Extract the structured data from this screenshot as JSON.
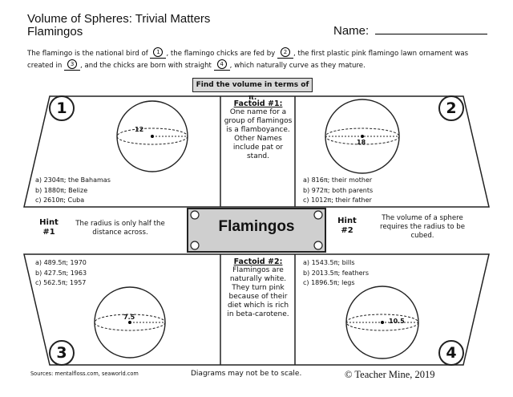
{
  "header": {
    "title_line1": "Volume of Spheres: Trivial Matters",
    "title_line2": "Flamingos",
    "name_label": "Name: "
  },
  "intro": {
    "s1": "The flamingo is the national bird of",
    "s2": ", the flamingo chicks are fed by",
    "s3": ", the first plastic pink flamingo lawn",
    "s4": "ornament was created in",
    "s5": ", and the chicks are born with straight",
    "s6": ", which naturally curve as they mature.",
    "blank_numbers": [
      "1",
      "2",
      "3",
      "4"
    ]
  },
  "find_banner": "Find the volume in terms of π.",
  "problems": [
    {
      "number": "1",
      "label": "12",
      "answers": [
        "a) 2304π; the Bahamas",
        "b) 1880π; Belize",
        "c) 2610π; Cuba"
      ]
    },
    {
      "number": "2",
      "label": "18",
      "answers": [
        "a) 816π; their mother",
        "b) 972π; both parents",
        "c) 1012π; their father"
      ]
    },
    {
      "number": "3",
      "label": "7.5",
      "answers": [
        "a) 489.5π; 1970",
        "b) 427.5π; 1963",
        "c) 562.5π; 1957"
      ]
    },
    {
      "number": "4",
      "label": "10.5",
      "answers": [
        "a) 1543.5π; bills",
        "b) 2013.5π; feathers",
        "c) 1896.5π; legs"
      ]
    }
  ],
  "factoid1": {
    "title": "Factoid #1:",
    "text": "One name for a group of flamingos is a flamboyance. Other Names include pat or stand."
  },
  "factoid2": {
    "title": "Factoid #2:",
    "text": "Flamingos are naturally white. They turn pink because of their diet which is rich in beta-carotene."
  },
  "hint1": {
    "title_a": "Hint",
    "title_b": "#1",
    "text": "The radius is only half the distance across."
  },
  "hint2": {
    "title_a": "Hint",
    "title_b": "#2",
    "text": "The volume of a sphere requires the radius to be cubed."
  },
  "center_title": "Flamingos",
  "footer": {
    "sources": "Sources: mentalfloss.com, seaworld.com",
    "scale_note": "Diagrams may not be to scale.",
    "copyright": "© Teacher Mine, 2019"
  }
}
